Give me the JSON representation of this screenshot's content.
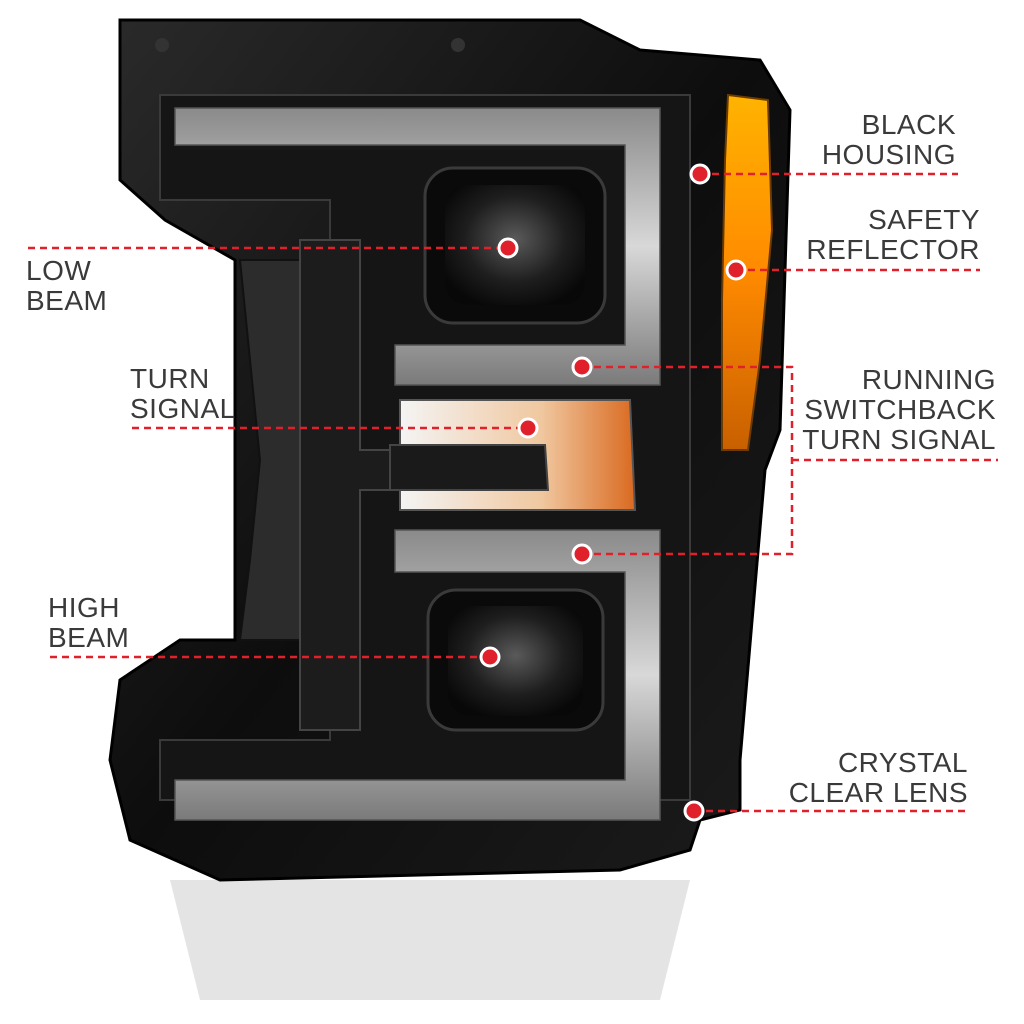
{
  "accent": "#e0202a",
  "callouts": [
    {
      "id": "black-housing",
      "lines": [
        "BLACK",
        "HOUSING"
      ]
    },
    {
      "id": "safety-reflector",
      "lines": [
        "SAFETY",
        "REFLECTOR"
      ]
    },
    {
      "id": "running-switchback",
      "lines": [
        "RUNNING",
        "SWITCHBACK",
        "TURN SIGNAL"
      ]
    },
    {
      "id": "crystal-clear-lens",
      "lines": [
        "CRYSTAL",
        "CLEAR LENS"
      ]
    },
    {
      "id": "low-beam",
      "lines": [
        "LOW",
        "BEAM"
      ]
    },
    {
      "id": "turn-signal",
      "lines": [
        "TURN",
        "SIGNAL"
      ]
    },
    {
      "id": "high-beam",
      "lines": [
        "HIGH",
        "BEAM"
      ]
    }
  ]
}
